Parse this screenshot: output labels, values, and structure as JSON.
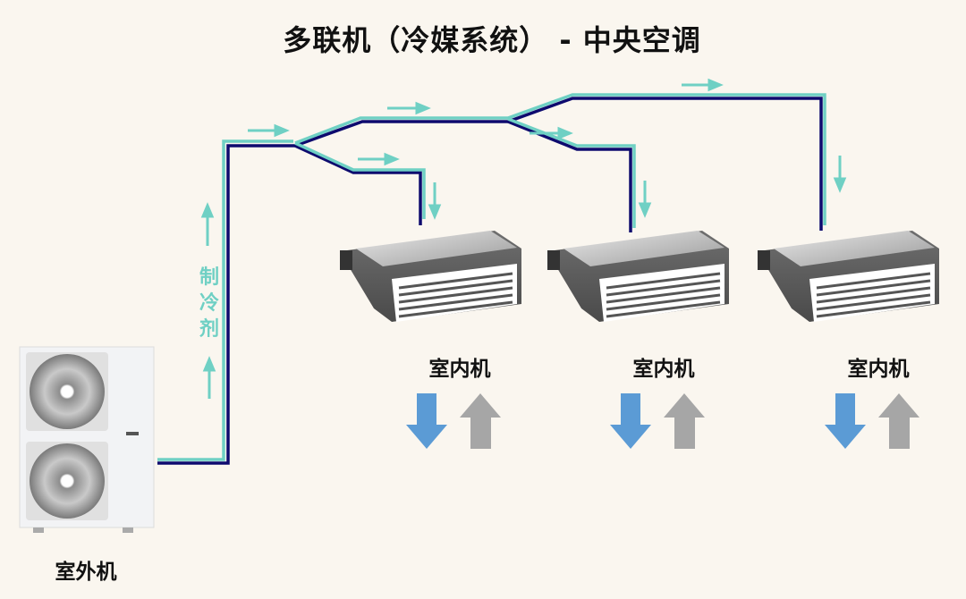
{
  "title": "多联机（冷媒系统） - 中央空调",
  "refrigerant_label": "制冷剂",
  "outdoor_unit": {
    "label": "室外机",
    "fans": 2
  },
  "indoor_units": [
    {
      "label": "室内机",
      "supply_air": "down",
      "return_air": "up"
    },
    {
      "label": "室内机",
      "supply_air": "down",
      "return_air": "up"
    },
    {
      "label": "室内机",
      "supply_air": "down",
      "return_air": "up"
    }
  ],
  "colors": {
    "background": "#faf6ef",
    "pipe_liquid": "#6fd0c4",
    "pipe_gas": "#0d0a6e",
    "flow_arrow": "#6fd0c4",
    "supply_air_arrow": "#5b9bd5",
    "return_air_arrow": "#a6a6a6"
  }
}
